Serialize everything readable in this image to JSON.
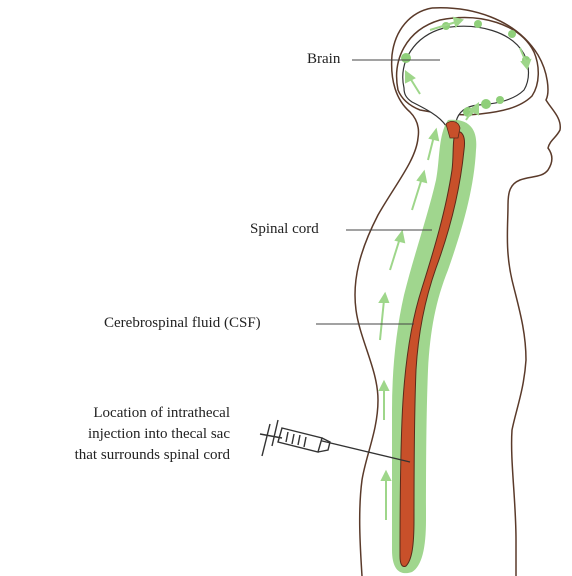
{
  "labels": {
    "brain": "Brain",
    "spinal_cord": "Spinal cord",
    "csf": "Cerebrospinal fluid (CSF)",
    "injection_line1": "Location of intrathecal",
    "injection_line2": "injection into thecal sac",
    "injection_line3": "that surrounds spinal cord"
  },
  "colors": {
    "outline": "#5a3a2a",
    "csf": "#8fcf7a",
    "cord": "#c8502a",
    "arrow": "#9ed68a",
    "leader": "#444444"
  }
}
